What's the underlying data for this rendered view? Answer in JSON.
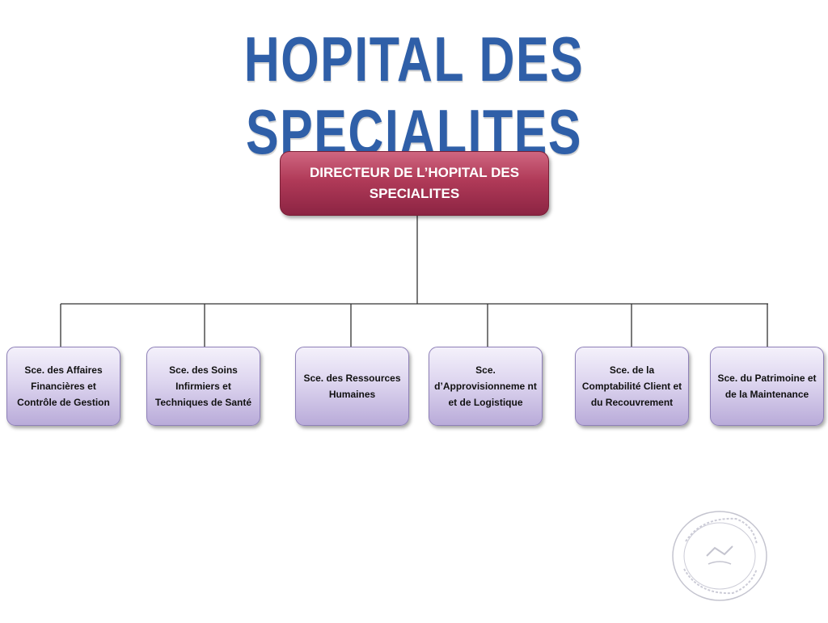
{
  "title": "HOPITAL DES SPECIALITES",
  "director": {
    "label": "DIRECTEUR DE L’HOPITAL DES SPECIALITES"
  },
  "services": [
    {
      "label": "Sce. des Affaires Financières et Contrôle de Gestion"
    },
    {
      "label": "Sce. des Soins Infirmiers et Techniques de Santé"
    },
    {
      "label": "Sce. des Ressources Humaines"
    },
    {
      "label": "Sce. d’Approvisionneme nt et de Logistique"
    },
    {
      "label": "Sce. de la Comptabilité Client et du Recouvrement"
    },
    {
      "label": "Sce. du Patrimoine et de la Maintenance"
    }
  ],
  "colors": {
    "title": "#2f5fa8",
    "director_box": "#a8334f",
    "service_box": "#cfc4e8",
    "connector": "#333333"
  }
}
